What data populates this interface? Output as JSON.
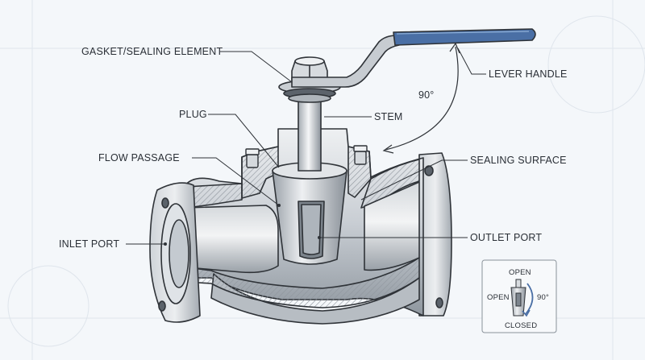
{
  "labels": {
    "gasket": "GASKET/SEALING ELEMENT",
    "lever_handle": "LEVER HANDLE",
    "angle": "90°",
    "plug": "PLUG",
    "stem": "STEM",
    "flow_passage": "FLOW PASSAGE",
    "sealing_surface": "SEALING SURFACE",
    "inlet_port": "INLET PORT",
    "outlet_port": "OUTLET PORT"
  },
  "inset": {
    "open_top": "OPEN",
    "open_left": "OPEN",
    "angle": "90°",
    "closed": "CLOSED"
  },
  "colors": {
    "handle_grip": "#4a6fa5",
    "metal_light": "#e6e9ec",
    "metal_mid": "#b9bfc6",
    "metal_dark": "#7d858e",
    "outline": "#2f3338",
    "background": "#f4f7fa"
  }
}
